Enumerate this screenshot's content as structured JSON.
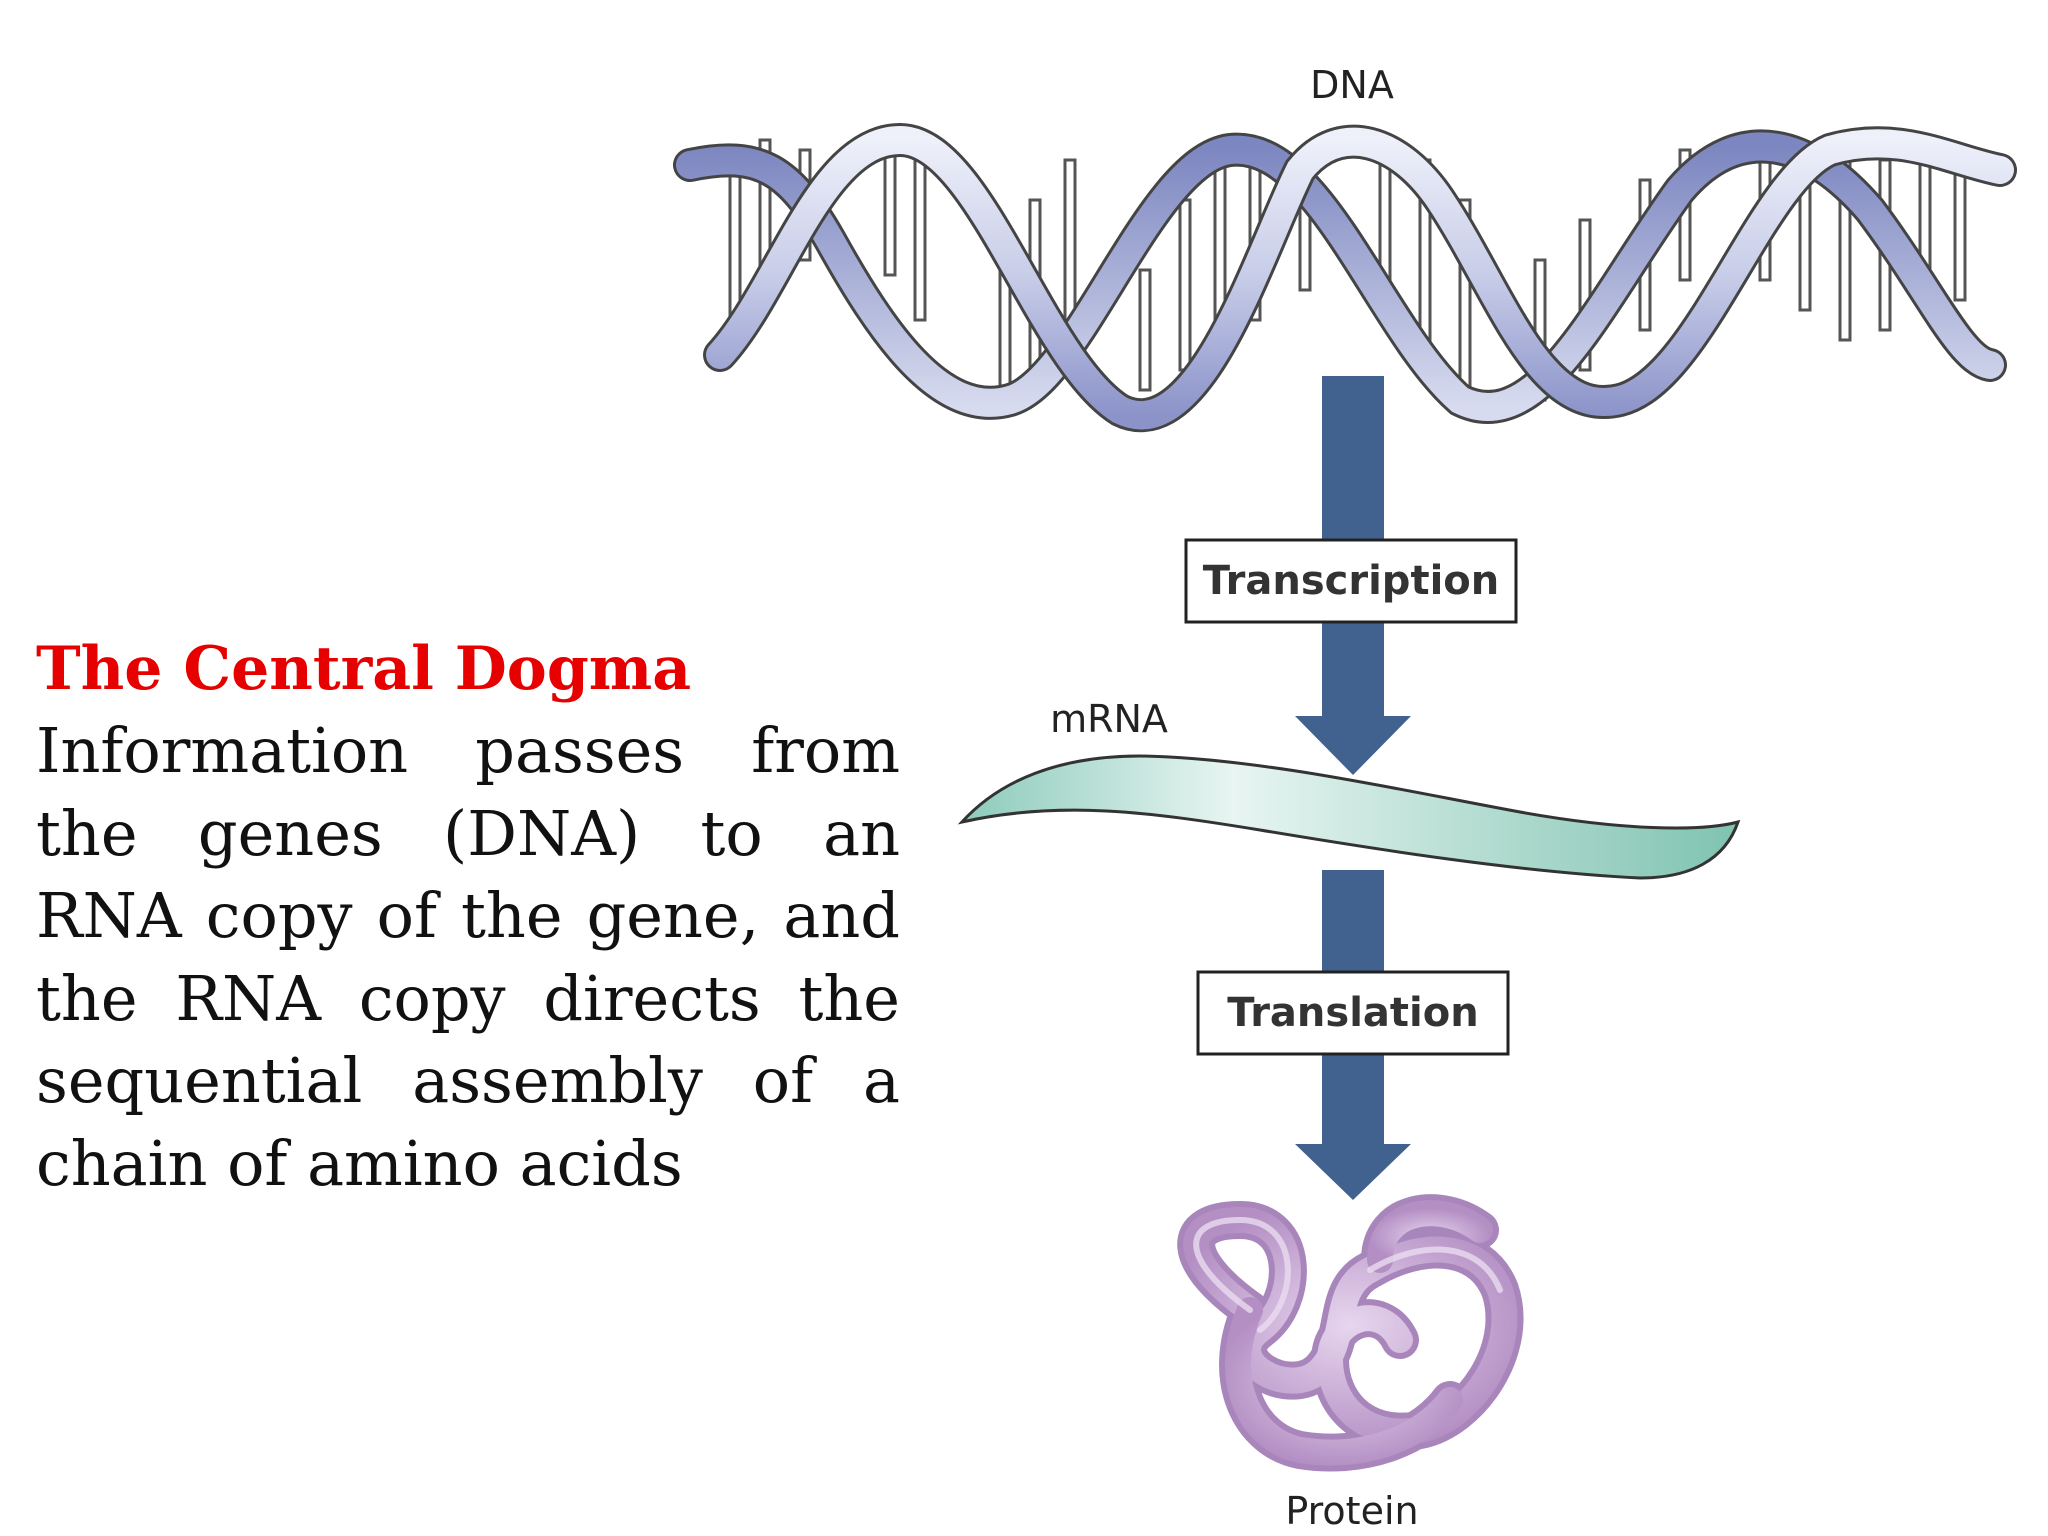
{
  "text_block": {
    "title": "The Central Dogma",
    "body": "Information passes from the genes (DNA) to an RNA copy of the gene, and the RNA copy directs the sequential assembly of a chain of amino acids"
  },
  "diagram": {
    "dna_label": "DNA",
    "transcription_label": "Transcription",
    "mrna_label": "mRNA",
    "translation_label": "Translation",
    "protein_label": "Protein"
  },
  "colors": {
    "title": "#e60000",
    "arrow": "#41618f",
    "dna_strand": "#c3c9e6",
    "mrna": "#9fd3c5",
    "protein": "#c6a6cf"
  }
}
